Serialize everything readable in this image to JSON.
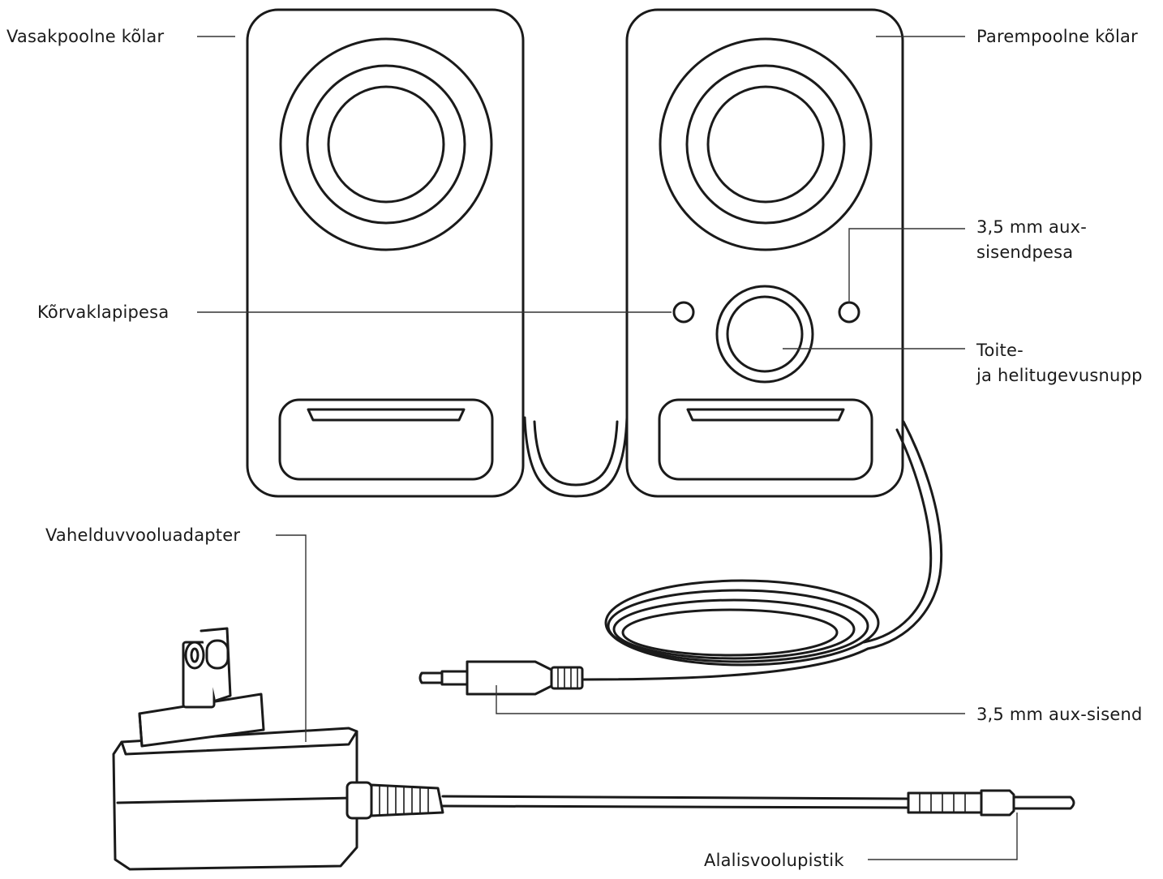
{
  "labels": {
    "left_speaker": "Vasakpoolne kõlar",
    "right_speaker": "Parempoolne kõlar",
    "aux_jack_line1": "3,5 mm aux-",
    "aux_jack_line2": "sisendpesa",
    "headphone_jack": "Kõrvaklapipesa",
    "power_volume_line1": "Toite-",
    "power_volume_line2": "ja helitugevusnupp",
    "ac_adapter": "Vahelduvvooluadapter",
    "aux_input": "3,5 mm aux-sisend",
    "dc_plug": "Alalisvoolupistik"
  },
  "colors": {
    "ink": "#1a1a1a",
    "background": "#ffffff"
  }
}
